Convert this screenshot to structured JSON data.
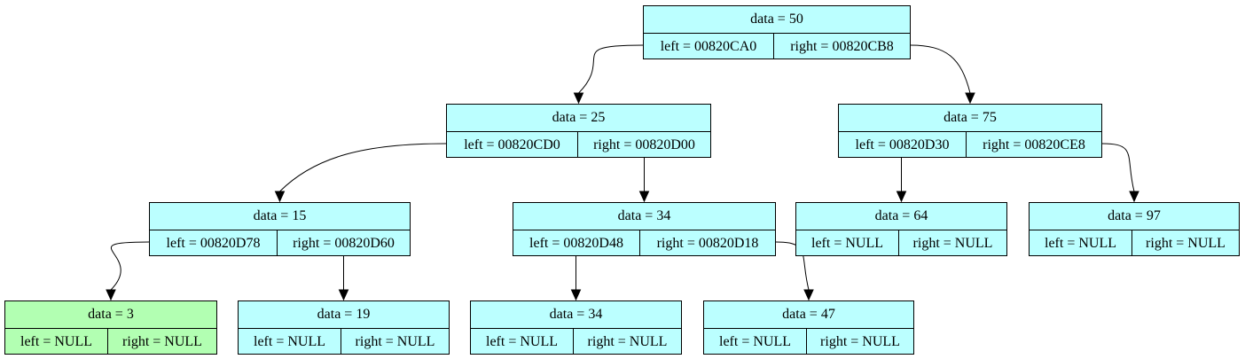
{
  "colors": {
    "node_fill": "#bbffff",
    "highlight_fill": "#b2ffb2",
    "edge": "#000000"
  },
  "nodes": [
    {
      "id": "n50",
      "data": "data = 50",
      "left": "left = 00820CA0",
      "right": "right = 00820CB8"
    },
    {
      "id": "n25",
      "data": "data = 25",
      "left": "left = 00820CD0",
      "right": "right = 00820D00"
    },
    {
      "id": "n75",
      "data": "data = 75",
      "left": "left = 00820D30",
      "right": "right = 00820CE8"
    },
    {
      "id": "n15",
      "data": "data = 15",
      "left": "left = 00820D78",
      "right": "right = 00820D60"
    },
    {
      "id": "n34",
      "data": "data = 34",
      "left": "left = 00820D48",
      "right": "right = 00820D18"
    },
    {
      "id": "n64",
      "data": "data = 64",
      "left": "left = NULL",
      "right": "right = NULL"
    },
    {
      "id": "n97",
      "data": "data = 97",
      "left": "left = NULL",
      "right": "right = NULL"
    },
    {
      "id": "n3",
      "data": "data = 3",
      "left": "left = NULL",
      "right": "right = NULL",
      "highlight": true
    },
    {
      "id": "n19",
      "data": "data = 19",
      "left": "left = NULL",
      "right": "right = NULL"
    },
    {
      "id": "n34b",
      "data": "data = 34",
      "left": "left = NULL",
      "right": "right = NULL"
    },
    {
      "id": "n47",
      "data": "data = 47",
      "left": "left = NULL",
      "right": "right = NULL"
    }
  ],
  "edges": [
    {
      "from": "n50",
      "side": "left",
      "to": "n25"
    },
    {
      "from": "n50",
      "side": "right",
      "to": "n75"
    },
    {
      "from": "n25",
      "side": "left",
      "to": "n15"
    },
    {
      "from": "n25",
      "side": "right",
      "to": "n34"
    },
    {
      "from": "n75",
      "side": "left",
      "to": "n64"
    },
    {
      "from": "n75",
      "side": "right",
      "to": "n97"
    },
    {
      "from": "n15",
      "side": "left",
      "to": "n3"
    },
    {
      "from": "n15",
      "side": "right",
      "to": "n19"
    },
    {
      "from": "n34",
      "side": "left",
      "to": "n34b"
    },
    {
      "from": "n34",
      "side": "right",
      "to": "n47"
    }
  ]
}
